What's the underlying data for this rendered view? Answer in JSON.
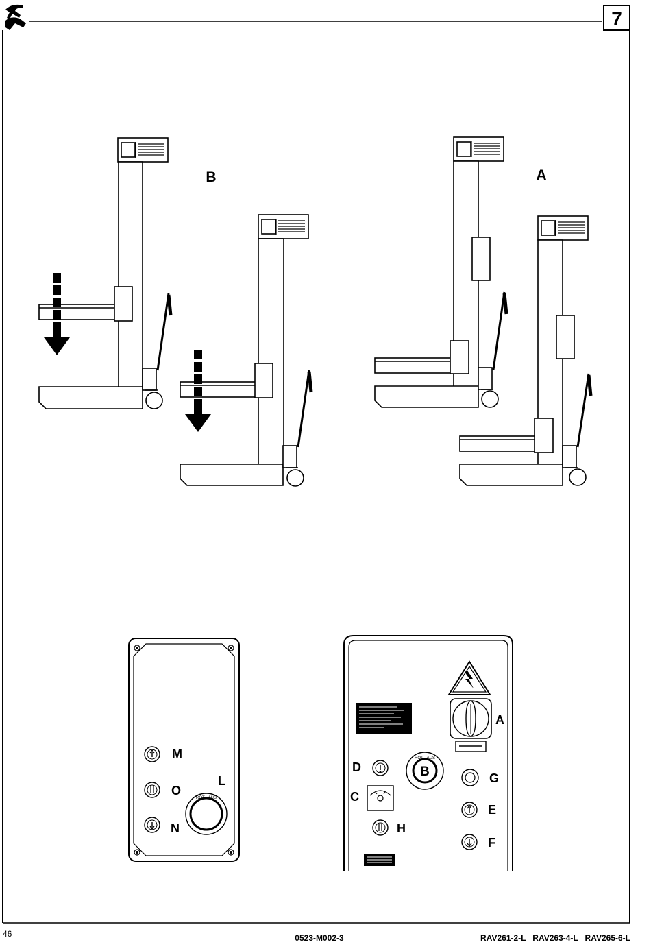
{
  "header": {
    "chapter_number": "7"
  },
  "figure_top": {
    "label_b": "B",
    "label_a": "A"
  },
  "panel_left": {
    "labels": {
      "m": "M",
      "o": "O",
      "n": "N",
      "l": "L"
    },
    "knob_ring_text": "ROT - AUS"
  },
  "panel_right": {
    "labels": {
      "a": "A",
      "b": "B",
      "c": "C",
      "d": "D",
      "e": "E",
      "f": "F",
      "g": "G",
      "h": "H"
    },
    "knob_ring_text": "ROT - AUS"
  },
  "footer": {
    "page_number": "46",
    "doc_code": "0523-M002-3",
    "models": "RAV261-2-L   RAV263-4-L   RAV265-6-L"
  },
  "icons": [
    "logo-icon",
    "lightning-warning-icon",
    "arrow-up-icon",
    "arrow-down-icon",
    "up-down-icon",
    "lamp-icon",
    "down-arrow-icon"
  ]
}
